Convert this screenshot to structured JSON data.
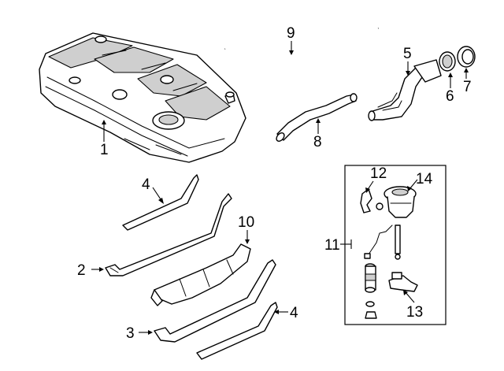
{
  "callouts": {
    "c1": "1",
    "c2": "2",
    "c3": "3",
    "c4a": "4",
    "c4b": "4",
    "c5": "5",
    "c6": "6",
    "c7": "7",
    "c8": "8",
    "c9": "9",
    "c10": "10",
    "c11": "11",
    "c12": "12",
    "c13": "13",
    "c14": "14"
  },
  "colors": {
    "line": "#000000",
    "fill": "#ffffff",
    "shade": "#cfcfcf"
  }
}
